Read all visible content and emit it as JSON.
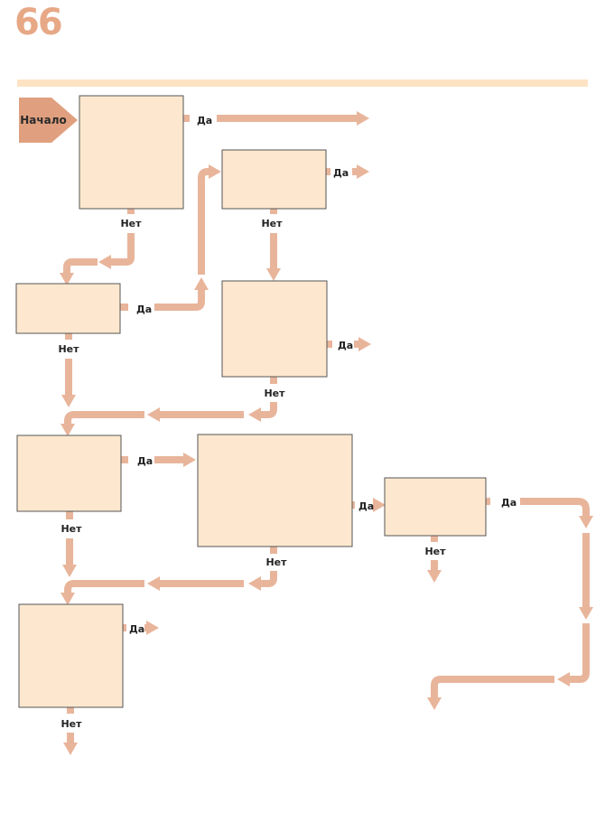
{
  "page_number": "66",
  "start_label": "Начало",
  "yes": "Да",
  "no": "Нет",
  "colors": {
    "arrow": "#e8b59b",
    "box_fill": "#fde8cf",
    "box_stroke": "#555555",
    "start_fill": "#e0a07f",
    "page_number": "#e7a886",
    "rule": "#fde3c4"
  }
}
